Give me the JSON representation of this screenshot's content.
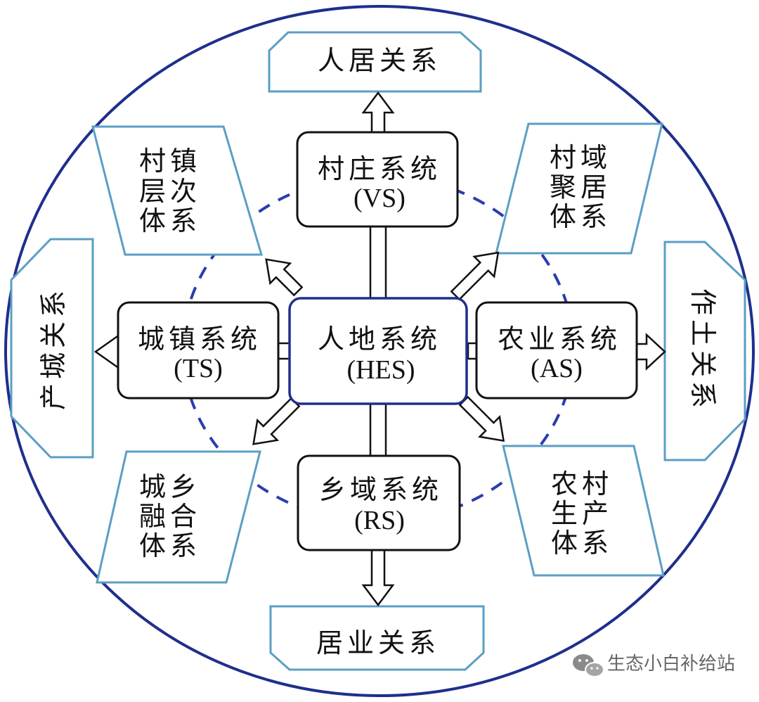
{
  "colors": {
    "outer_circle": "#1e2f8c",
    "dashed_circle": "#2a3db0",
    "trapezoid_stroke": "#5b9ec4",
    "center_box_stroke": "#1e2f8c",
    "box_stroke": "#111111",
    "arrow_stroke": "#111111"
  },
  "center": {
    "name": "人地系统",
    "abbr": "(HES)"
  },
  "subsystems": {
    "top": {
      "name": "村庄系统",
      "abbr": "(VS)"
    },
    "left": {
      "name": "城镇系统",
      "abbr": "(TS)"
    },
    "right": {
      "name": "农业系统",
      "abbr": "(AS)"
    },
    "bottom": {
      "name": "乡域系统",
      "abbr": "(RS)"
    }
  },
  "relations": {
    "top": "人居关系",
    "bottom": "居业关系",
    "left": "产城关系",
    "right": "作土关系"
  },
  "systems": {
    "top_left": [
      "村镇",
      "层次",
      "体系"
    ],
    "top_right": [
      "村域",
      "聚居",
      "体系"
    ],
    "bottom_left": [
      "城乡",
      "融合",
      "体系"
    ],
    "bottom_right": [
      "农村",
      "生产",
      "体系"
    ]
  },
  "watermark": {
    "icon": "wechat-icon",
    "text": "生态小白补给站"
  }
}
